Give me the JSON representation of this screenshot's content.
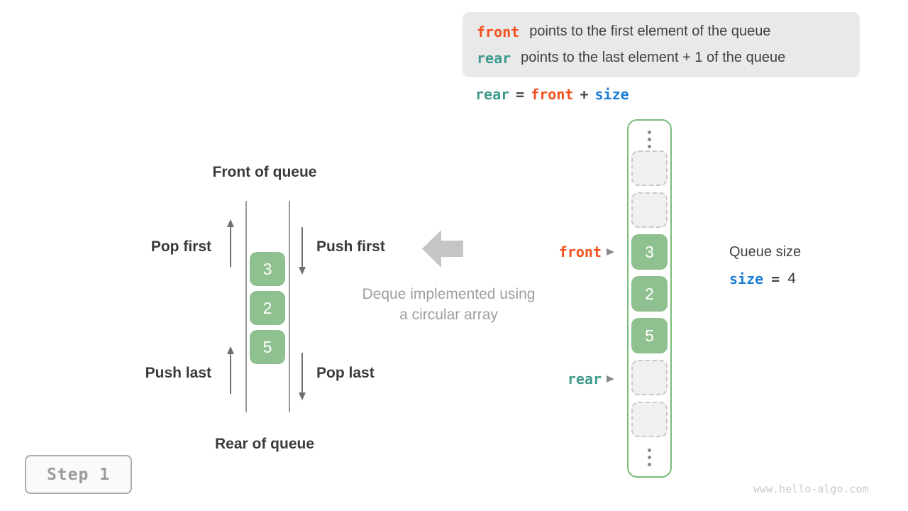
{
  "colors": {
    "front_orange": "#f4511e",
    "rear_teal": "#3d9a8c",
    "size_blue": "#1c7ed6",
    "cell_green": "#8fc08f",
    "column_border_green": "#79bc79",
    "legend_background": "#e9e9e9",
    "muted_gray": "#9e9e9e"
  },
  "legend": {
    "line1": {
      "token": "front",
      "text": "points to the first element of the queue"
    },
    "line2": {
      "token": "rear",
      "text": "points to the last element + 1 of the queue"
    }
  },
  "equation": {
    "rear": "rear",
    "eq": "=",
    "front": "front",
    "plus": "+",
    "size": "size"
  },
  "deque": {
    "front_of_queue": "Front of queue",
    "rear_of_queue": "Rear of queue",
    "pop_first": "Pop first",
    "push_first": "Push first",
    "push_last": "Push last",
    "pop_last": "Pop last",
    "values": [
      "3",
      "2",
      "5"
    ],
    "caption_line1": "Deque implemented using",
    "caption_line2": "a circular array"
  },
  "array_column": {
    "cells": [
      {
        "type": "empty",
        "value": ""
      },
      {
        "type": "empty",
        "value": ""
      },
      {
        "type": "filled",
        "value": "3"
      },
      {
        "type": "filled",
        "value": "2"
      },
      {
        "type": "filled",
        "value": "5"
      },
      {
        "type": "empty",
        "value": ""
      },
      {
        "type": "empty",
        "value": ""
      }
    ],
    "front_pointer": "front",
    "rear_pointer": "rear"
  },
  "queue_size": {
    "title": "Queue size",
    "variable": "size",
    "eq": "=",
    "value": "4"
  },
  "step_indicator": "Step 1",
  "watermark": "www.hello-algo.com"
}
